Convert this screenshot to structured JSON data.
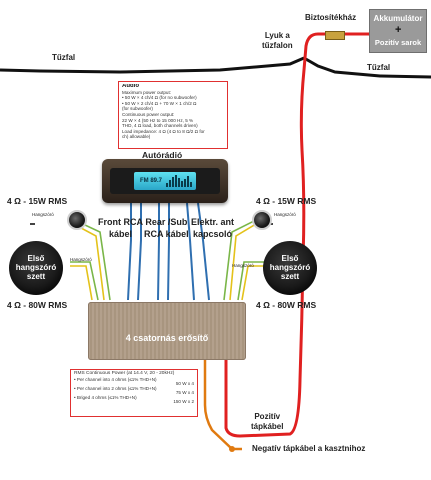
{
  "labels": {
    "battery": "Akkumulátor",
    "battery_terminal": "Pozitív sarok",
    "fuse_box": "Biztosítékház",
    "firewall_hole_1": "Lyuk a",
    "firewall_hole_2": "tűzfalon",
    "firewall_left": "Tűzfal",
    "firewall_right": "Tűzfal",
    "head_unit": "Autórádió",
    "front_rca_1": "Front RCA",
    "front_rca_2": "kábel",
    "rear_sub_1": "Rear /Sub",
    "rear_sub_2": "RCA kábel",
    "remote_1": "Elektr. ant",
    "remote_2": "kapcsoló",
    "tweeter_left_rating": "4 Ω - 15W RMS",
    "tweeter_right_rating": "4 Ω - 15W RMS",
    "woofer_left_rating": "4 Ω - 80W RMS",
    "woofer_right_rating": "4 Ω - 80W RMS",
    "woofer_left_1": "Első",
    "woofer_left_2": "hangszóró",
    "woofer_left_3": "szett",
    "woofer_right_1": "Első",
    "woofer_right_2": "hangszóró",
    "woofer_right_3": "szett",
    "tweeter_wire_left": "Hangszóró",
    "tweeter_wire_right": "Hangszóró",
    "woofer_wire_left": "Hangszóró",
    "woofer_wire_right": "Hangszóró",
    "amplifier": "4 csatornás erősítő",
    "power_cable_1": "Pozitív",
    "power_cable_2": "tápkábel",
    "ground_cable": "Negatív tápkábel a kasztnihoz",
    "plus_sign": "+"
  },
  "radio_display": {
    "frequency": "FM 89.7"
  },
  "audio_specs": {
    "title": "Audio",
    "lines": [
      "Maximum power output:",
      "• 50 W × 4 ch/4 Ω (for no subwoofer)",
      "• 50 W × 2 ch/4 Ω + 70 W × 1 ch/2 Ω",
      "   (for subwoofer)",
      "Continuous power output:",
      "22 W × 4 (50 Hz to 15 000 Hz, 5 %",
      "THD, 4 Ω load, both channels driven)",
      "Load impedance: 4 Ω (4 Ω to 8 Ω/2 Ω for",
      "   ch) allowable)"
    ]
  },
  "rms_specs": {
    "title": "RMS Continuous Power (at 14.4 V, 20 - 20kHz)",
    "rows": [
      {
        "text": "• Per channel into 4 ohms (≤1% THD+N)",
        "value": "50 W x 4"
      },
      {
        "text": "• Per channel into 2 ohms (≤1% THD+N)",
        "value": "75 W x 4"
      },
      {
        "text": "• Briged 4 ohms (≤1% THD+N)",
        "value": "150 W x 2"
      }
    ]
  },
  "colors": {
    "power_wire": "#e02020",
    "firewall": "#111111",
    "rca_blue": "#2f6fb0",
    "speaker_green": "#7ab648",
    "speaker_yellow": "#e4c21a",
    "ground_wire": "#e07a10",
    "spec_border": "#e03030"
  }
}
